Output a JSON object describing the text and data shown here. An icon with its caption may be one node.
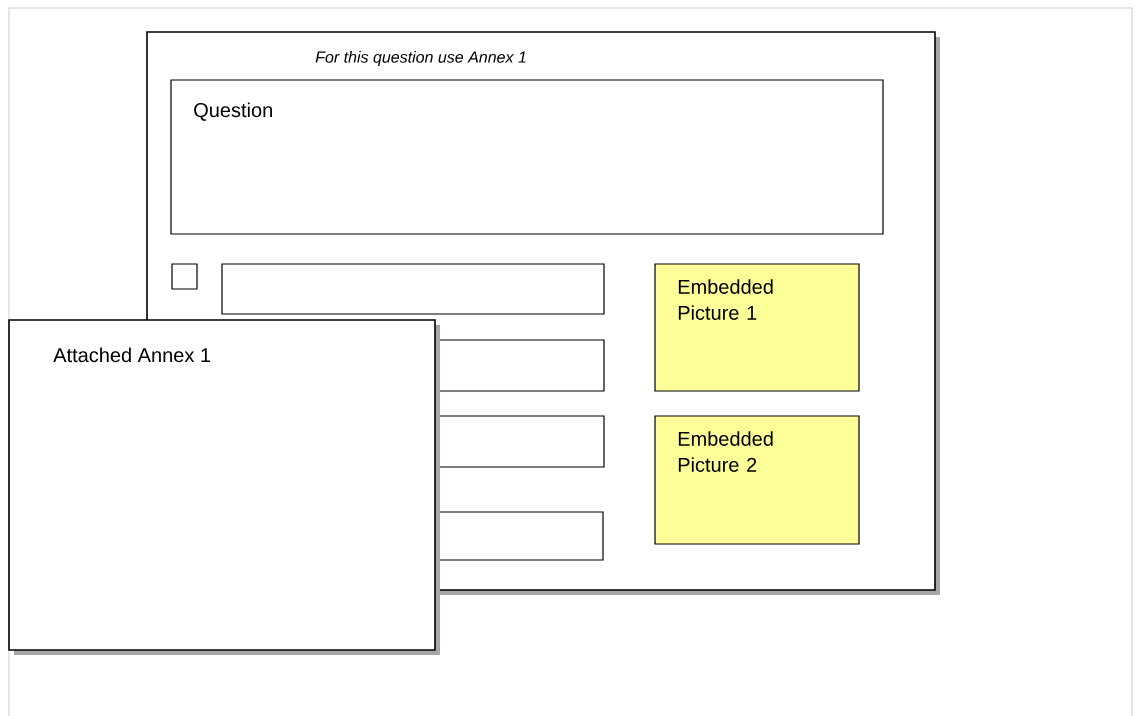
{
  "diagram": {
    "nodes": [
      {
        "text": [
          "For this question use Annex 1"
        ]
      },
      {
        "text": [
          "Question"
        ],
        "in": 0
      },
      {
        "text": [],
        "shape": "box",
        "in": 0
      },
      {
        "text": [],
        "shape": "box",
        "in": 0
      },
      {
        "text": [],
        "shape": "box",
        "in": 0
      },
      {
        "text": [],
        "shape": "box",
        "in": 0
      },
      {
        "text": [],
        "shape": "box",
        "in": 0
      },
      {
        "text": [
          "Embedded Picture 1"
        ],
        "in": 0
      },
      {
        "text": [
          "Embedded Picture 2"
        ],
        "in": 0
      },
      {
        "text": [
          "Attached Annex 1"
        ]
      }
    ]
  }
}
